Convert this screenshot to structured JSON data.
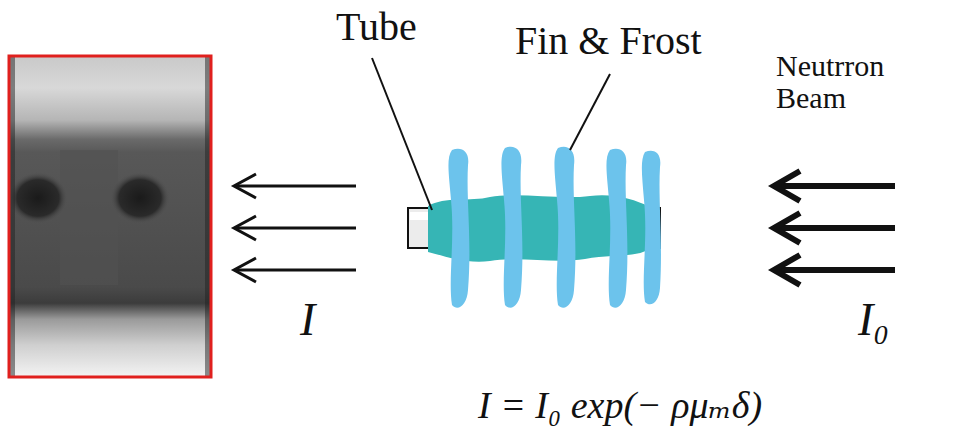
{
  "diagram": {
    "labels": [
      "Tube",
      "Fin & Frost",
      "Neutrron Beam",
      "I",
      "I₀",
      "I = I₀ exp(− ρμₘδ)"
    ]
  }
}
